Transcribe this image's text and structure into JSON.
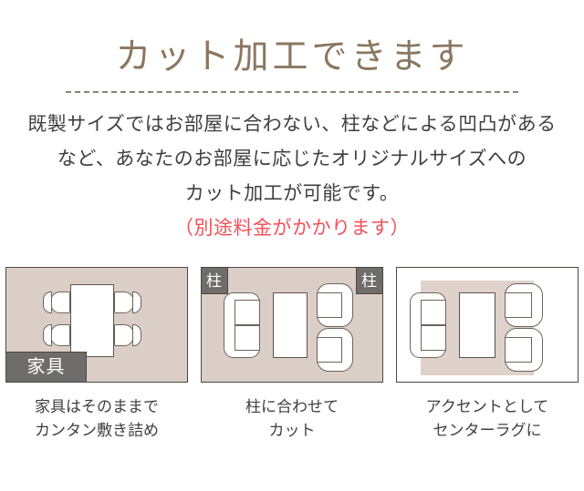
{
  "header": {
    "headline": "カット加工できます"
  },
  "lead": {
    "lines": [
      "既製サイズではお部屋に合わない、柱などによる凹凸がある",
      "など、あなたのお部屋に応じたオリジナルサイズへの",
      "カット加工が可能です。"
    ],
    "note": "（別途料金がかかります）"
  },
  "colors": {
    "headline": "#8b7760",
    "note": "#f2505a",
    "rug": "#dbcec6",
    "accent_rug": "#dfd2ca",
    "tag_bg": "#6f6d6b",
    "panel_border": "#4c4642",
    "body_text": "#3f3f3f"
  },
  "panels": [
    {
      "tag_label": "家具",
      "caption_line1": "家具はそのままで",
      "caption_line2": "カンタン敷き詰め"
    },
    {
      "tag_label_left": "柱",
      "tag_label_right": "柱",
      "caption_line1": "柱に合わせて",
      "caption_line2": "カット"
    },
    {
      "caption_line1": "アクセントとして",
      "caption_line2": "センターラグに"
    }
  ]
}
